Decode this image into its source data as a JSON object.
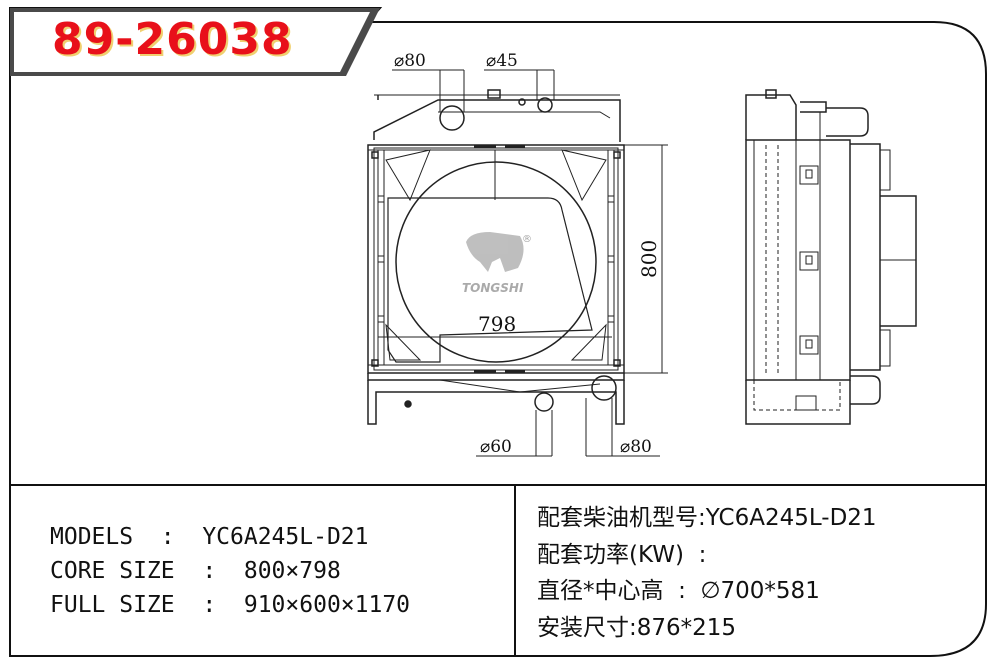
{
  "header": {
    "part_number": "89-26038"
  },
  "drawing": {
    "dim_top_left": "⌀80",
    "dim_top_right": "⌀45",
    "dim_bottom_left": "⌀60",
    "dim_bottom_right": "⌀80",
    "dim_height": "800",
    "dim_width": "798",
    "watermark_brand": "TONGSHI",
    "watermark_mark": "®"
  },
  "specs_left": {
    "models": "MODELS  :  YC6A245L-D21",
    "core_size": "CORE SIZE  :  800×798",
    "full_size": "FULL SIZE  :  910×600×1170"
  },
  "specs_right": {
    "engine_model": "配套柴油机型号:YC6A245L-D21",
    "power": "配套功率(KW)  :",
    "fan": "直径*中心高  :  ∅700*581",
    "install": "安装尺寸:876*215"
  }
}
